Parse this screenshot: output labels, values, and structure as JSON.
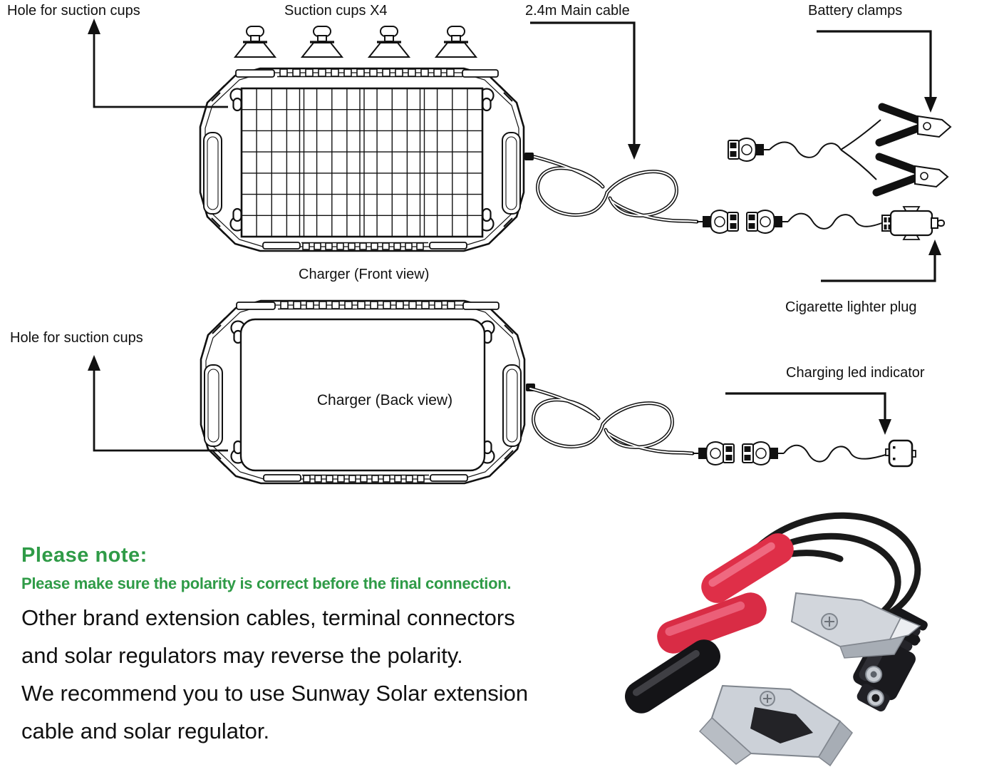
{
  "colors": {
    "accent_green": "#2f9b47",
    "line_black": "#111111",
    "clamp_red": "#df2f48",
    "metal_silver": "#ccd1d8",
    "cable_black": "#1a1a1a"
  },
  "diagram": {
    "labels": {
      "hole_for_suction_cups_front": "Hole for suction cups",
      "suction_cups": "Suction cups X4",
      "main_cable": "2.4m Main cable",
      "battery_clamps": "Battery clamps",
      "charger_front_caption": "Charger (Front view)",
      "hole_for_suction_cups_back": "Hole for suction cups",
      "charger_back_caption": "Charger (Back view)",
      "cigarette_lighter_plug": "Cigarette lighter plug",
      "charging_led_indicator": "Charging led indicator"
    },
    "icons": [
      "suction-cup-icon",
      "solar-panel-grid",
      "keyhole-slot-icon",
      "figure8-cable",
      "sae-connector-icon",
      "battery-clamp-icon",
      "cigarette-lighter-plug-icon",
      "led-indicator-icon",
      "arrow-icon",
      "battery-clamps-photo"
    ]
  },
  "note": {
    "heading": "Please note:",
    "warning": "Please make sure the polarity is correct before the final connection.",
    "body_lines": [
      "Other brand extension cables, terminal connectors",
      "and solar regulators may reverse the polarity.",
      "We recommend you to use Sunway Solar extension",
      "cable and solar regulator."
    ]
  }
}
